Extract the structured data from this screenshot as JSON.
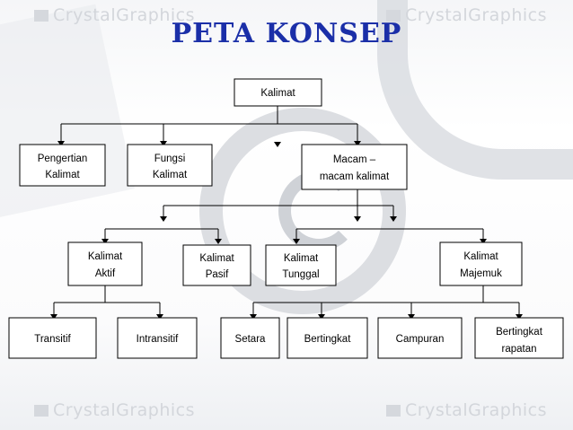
{
  "watermark": "CrystalGraphics",
  "title": "PETA KONSEP",
  "nodes": {
    "kalimat": [
      "Kalimat"
    ],
    "pengertian": [
      "Pengertian",
      "Kalimat"
    ],
    "fungsi": [
      "Fungsi",
      "Kalimat"
    ],
    "macam": [
      "Macam –",
      "macam kalimat"
    ],
    "aktif": [
      "Kalimat",
      "Aktif"
    ],
    "pasif": [
      "Kalimat",
      "Pasif"
    ],
    "tunggal": [
      "Kalimat",
      "Tunggal"
    ],
    "majemuk": [
      "Kalimat",
      "Majemuk"
    ],
    "transitif": [
      "Transitif"
    ],
    "intransitif": [
      "Intransitif"
    ],
    "setara": [
      "Setara"
    ],
    "bertingkat": [
      "Bertingkat"
    ],
    "campuran": [
      "Campuran"
    ],
    "rapatan": [
      "Bertingkat",
      "rapatan"
    ]
  }
}
